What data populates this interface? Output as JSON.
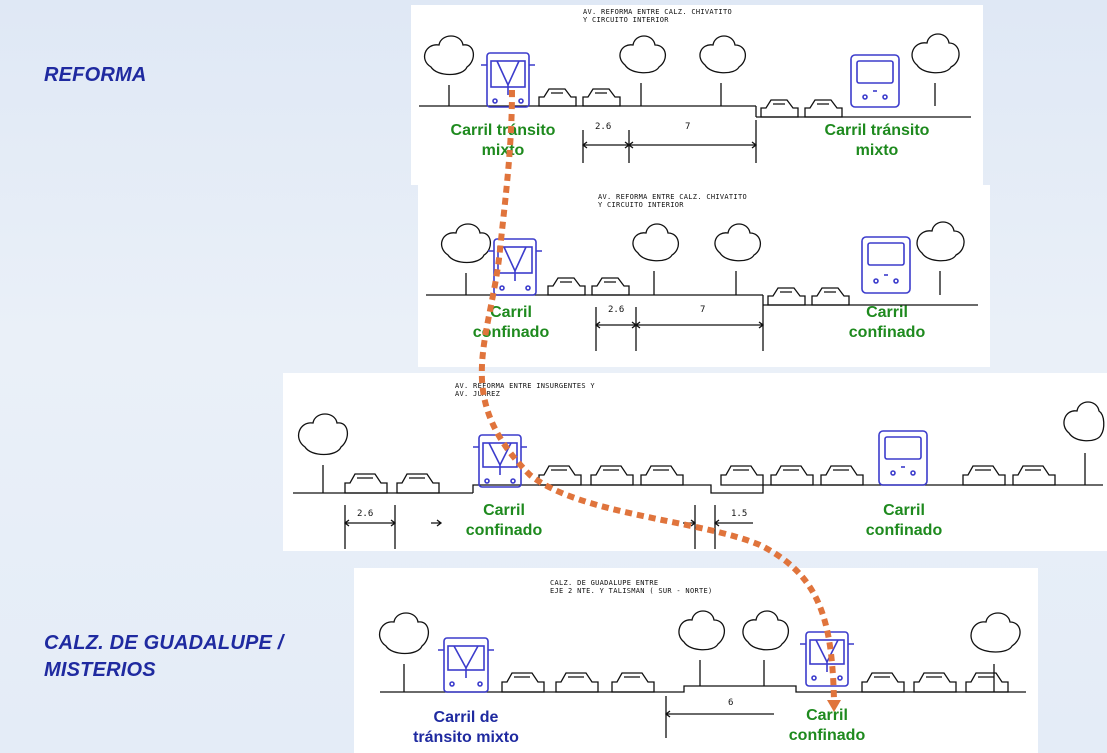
{
  "headings": {
    "reforma": "REFORMA",
    "guadalupe_line1": "CALZ. DE GUADALUPE /",
    "guadalupe_line2": "MISTERIOS"
  },
  "sections": [
    {
      "cad_title": "AV. REFORMA ENTRE CALZ. CHIVATITO\nY CIRCUITO INTERIOR",
      "dims": [
        "2.6",
        "7"
      ],
      "left_label": [
        "Carril tránsito",
        "mixto"
      ],
      "right_label": [
        "Carril tránsito",
        "mixto"
      ]
    },
    {
      "cad_title": "AV. REFORMA ENTRE CALZ. CHIVATITO\nY CIRCUITO INTERIOR",
      "dims": [
        "2.6",
        "7"
      ],
      "left_label": [
        "Carril",
        "confinado"
      ],
      "right_label": [
        "Carril",
        "confinado"
      ]
    },
    {
      "cad_title": "AV. REFORMA ENTRE INSURGENTES Y\nAV. JUAREZ",
      "dims": [
        "2.6",
        "1.5"
      ],
      "left_label": [
        "Carril",
        "confinado"
      ],
      "right_label": [
        "Carril",
        "confinado"
      ]
    },
    {
      "cad_title": "CALZ. DE GUADALUPE ENTRE\nEJE 2 NTE. Y TALISMAN ( SUR - NORTE)",
      "dims": [
        "6"
      ],
      "left_label": [
        "Carril de",
        "tránsito mixto"
      ],
      "right_label": [
        "Carril",
        "confinado"
      ]
    }
  ],
  "colors": {
    "heading": "#1f2aa0",
    "label_green": "#1e8a1e",
    "label_blue": "#1f2aa0",
    "route": "#e0743c",
    "bus": "#3c3ccc",
    "line": "#111111"
  }
}
